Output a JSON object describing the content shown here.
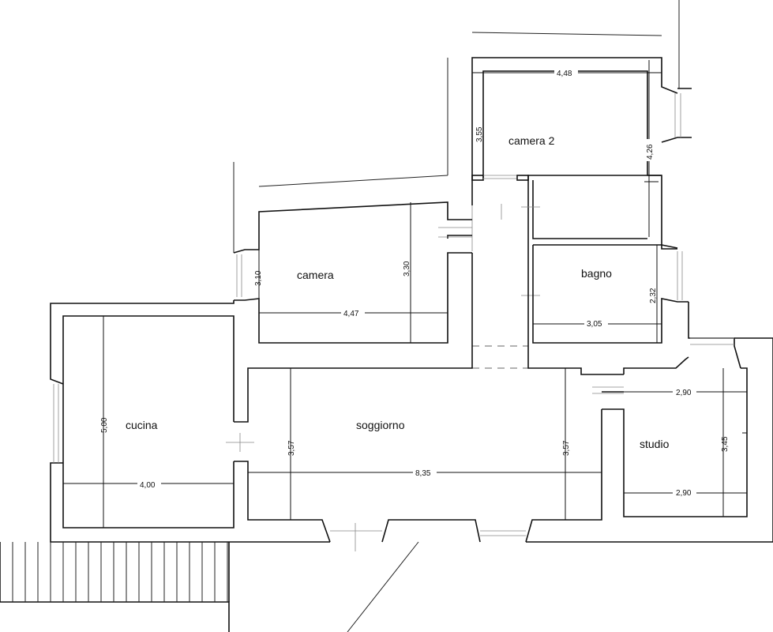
{
  "rooms": {
    "camera2": "camera 2",
    "camera": "camera",
    "bagno": "bagno",
    "cucina": "cucina",
    "soggiorno": "soggiorno",
    "studio": "studio"
  },
  "dimensions": {
    "camera2_width": "4,48",
    "camera2_height_left": "3,55",
    "camera2_height_right": "4,26",
    "camera_height_left": "3,10",
    "camera_height_right": "3,30",
    "camera_width": "4,47",
    "bagno_height": "2,32",
    "bagno_width": "3,05",
    "cucina_height": "5,00",
    "cucina_width": "4,00",
    "soggiorno_height_left": "3,57",
    "soggiorno_height_right": "3,57",
    "soggiorno_width": "8,35",
    "studio_width_top": "2,90",
    "studio_height": "3,45",
    "studio_width_bottom": "2,90"
  }
}
